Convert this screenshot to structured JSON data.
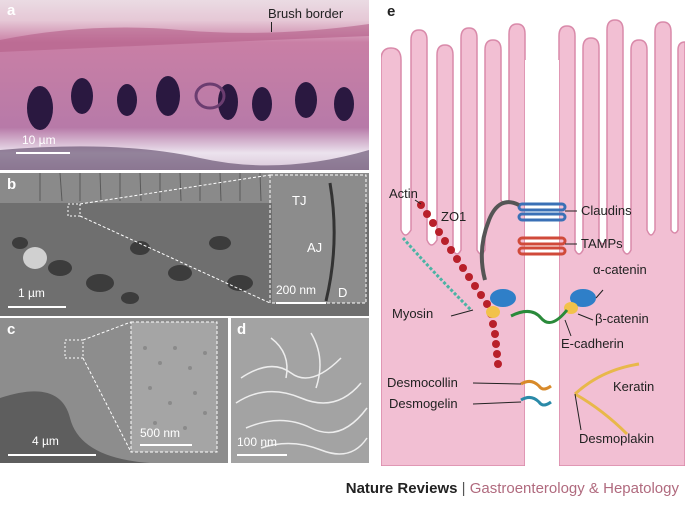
{
  "panels": {
    "a": {
      "label": "a",
      "annotation": "Brush border",
      "scale": "10 µm"
    },
    "b": {
      "label": "b",
      "scale_main": "1 µm",
      "scale_inset": "200 nm",
      "tj": "TJ",
      "aj": "AJ",
      "d": "D"
    },
    "c": {
      "label": "c",
      "scale_main": "4 µm",
      "scale_inset": "500 nm"
    },
    "d": {
      "label": "d",
      "scale": "100 nm"
    },
    "e": {
      "label": "e",
      "left_labels": [
        "Actin",
        "ZO1",
        "Myosin",
        "Desmocollin",
        "Desmogelin"
      ],
      "right_labels": [
        "Claudins",
        "TAMPs",
        "α-catenin",
        "β-catenin",
        "E-cadherin",
        "Keratin",
        "Desmoplakin"
      ]
    }
  },
  "footer": {
    "journal": "Nature Reviews",
    "separator": "|",
    "subject": "Gastroenterology & Hepatology"
  },
  "colors": {
    "cell_pink": "#f2bfd3",
    "cell_edge": "#d98aaa",
    "footer_subject": "#b06a7e"
  }
}
